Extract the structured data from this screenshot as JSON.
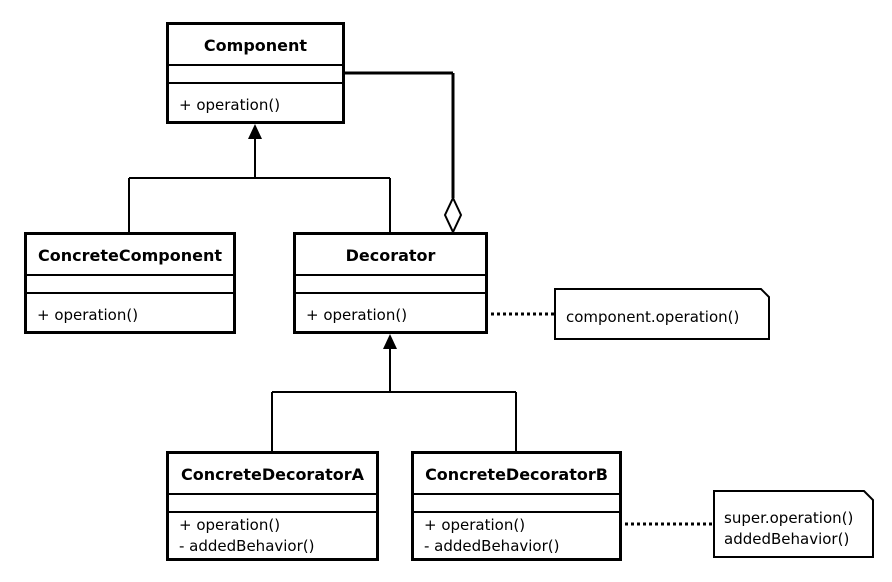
{
  "classes": {
    "component": {
      "name": "Component",
      "operations": [
        "+ operation()"
      ]
    },
    "concrete_component": {
      "name": "ConcreteComponent",
      "operations": [
        "+ operation()"
      ]
    },
    "decorator": {
      "name": "Decorator",
      "operations": [
        "+ operation()"
      ]
    },
    "concrete_decorator_a": {
      "name": "ConcreteDecoratorA",
      "operations": [
        "+ operation()",
        "- addedBehavior()"
      ]
    },
    "concrete_decorator_b": {
      "name": "ConcreteDecoratorB",
      "operations": [
        "+ operation()",
        "- addedBehavior()"
      ]
    }
  },
  "notes": {
    "decorator_note": [
      "component.operation()"
    ],
    "decorator_b_note": [
      "super.operation()",
      "addedBehavior()"
    ]
  }
}
